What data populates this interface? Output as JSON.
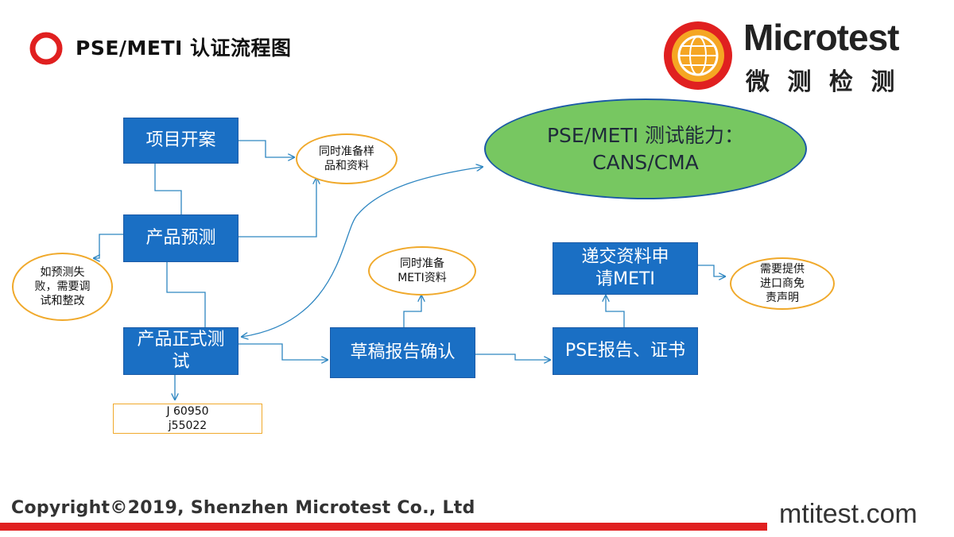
{
  "slide": {
    "title": "PSE/METI 认证流程图",
    "copyright": "Copyright©2019, Shenzhen Microtest Co., Ltd",
    "site": "mtitest.com"
  },
  "logo": {
    "name": "Microtest",
    "chinese": "微 测 检 测"
  },
  "flow": {
    "project_start": "项目开案",
    "pre_test": "产品预测",
    "formal_test": "产品正式测试",
    "draft_confirm": "草稿报告确认",
    "pse_report": "PSE报告、证书",
    "submit_meti": "递交资料申请METI"
  },
  "notes": {
    "prepare_samples": "同时准备样品和资料",
    "fail_debug": "如预测失败，需要调试和整改",
    "prepare_meti": "同时准备METI资料",
    "importer_statement": "需要提供进口商免责声明",
    "standard_1": "J 60950",
    "standard_2": "j55022"
  },
  "capability": {
    "line1": "PSE/METI 测试能力：",
    "line2": "CANS/CMA"
  },
  "colors": {
    "box": "#1a6fc4",
    "oval_border": "#f0a92b",
    "capability_fill": "#77c761",
    "accent_red": "#e02020"
  }
}
